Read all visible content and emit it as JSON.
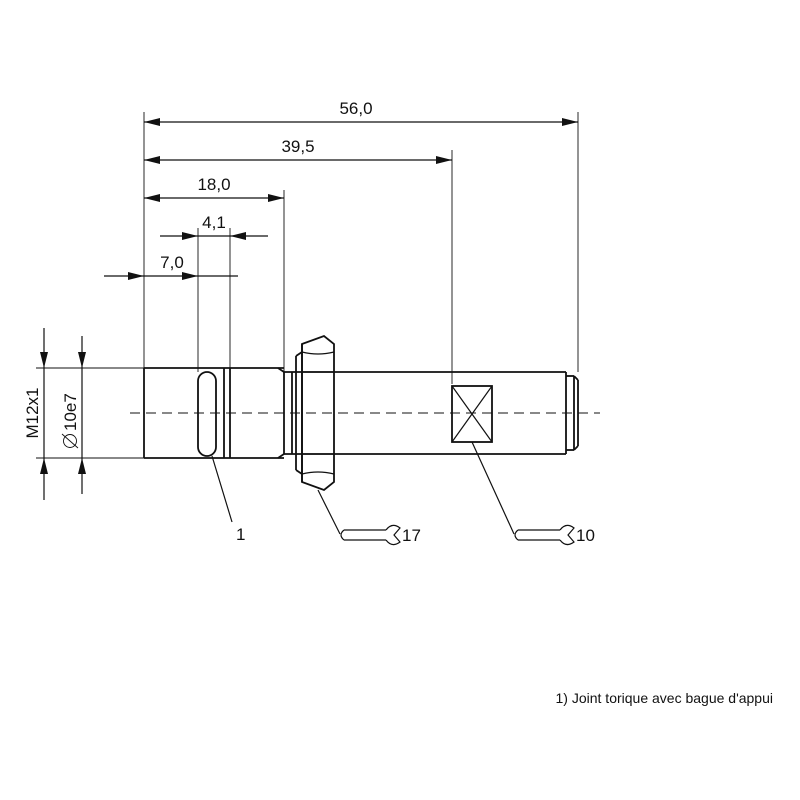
{
  "dimensions": {
    "overall_length": "56,0",
    "marker_position": "39,5",
    "thread_start": "18,0",
    "groove_width": "4,1",
    "oring_position": "7,0",
    "thread": "M12x1",
    "diameter": "10e7"
  },
  "callouts": {
    "oring_ref": "1",
    "nut_wrench_size": "17",
    "body_wrench_size": "10"
  },
  "footnote": "1) Joint torique avec bague d'appui",
  "colors": {
    "ink": "#111111",
    "background": "#ffffff"
  }
}
